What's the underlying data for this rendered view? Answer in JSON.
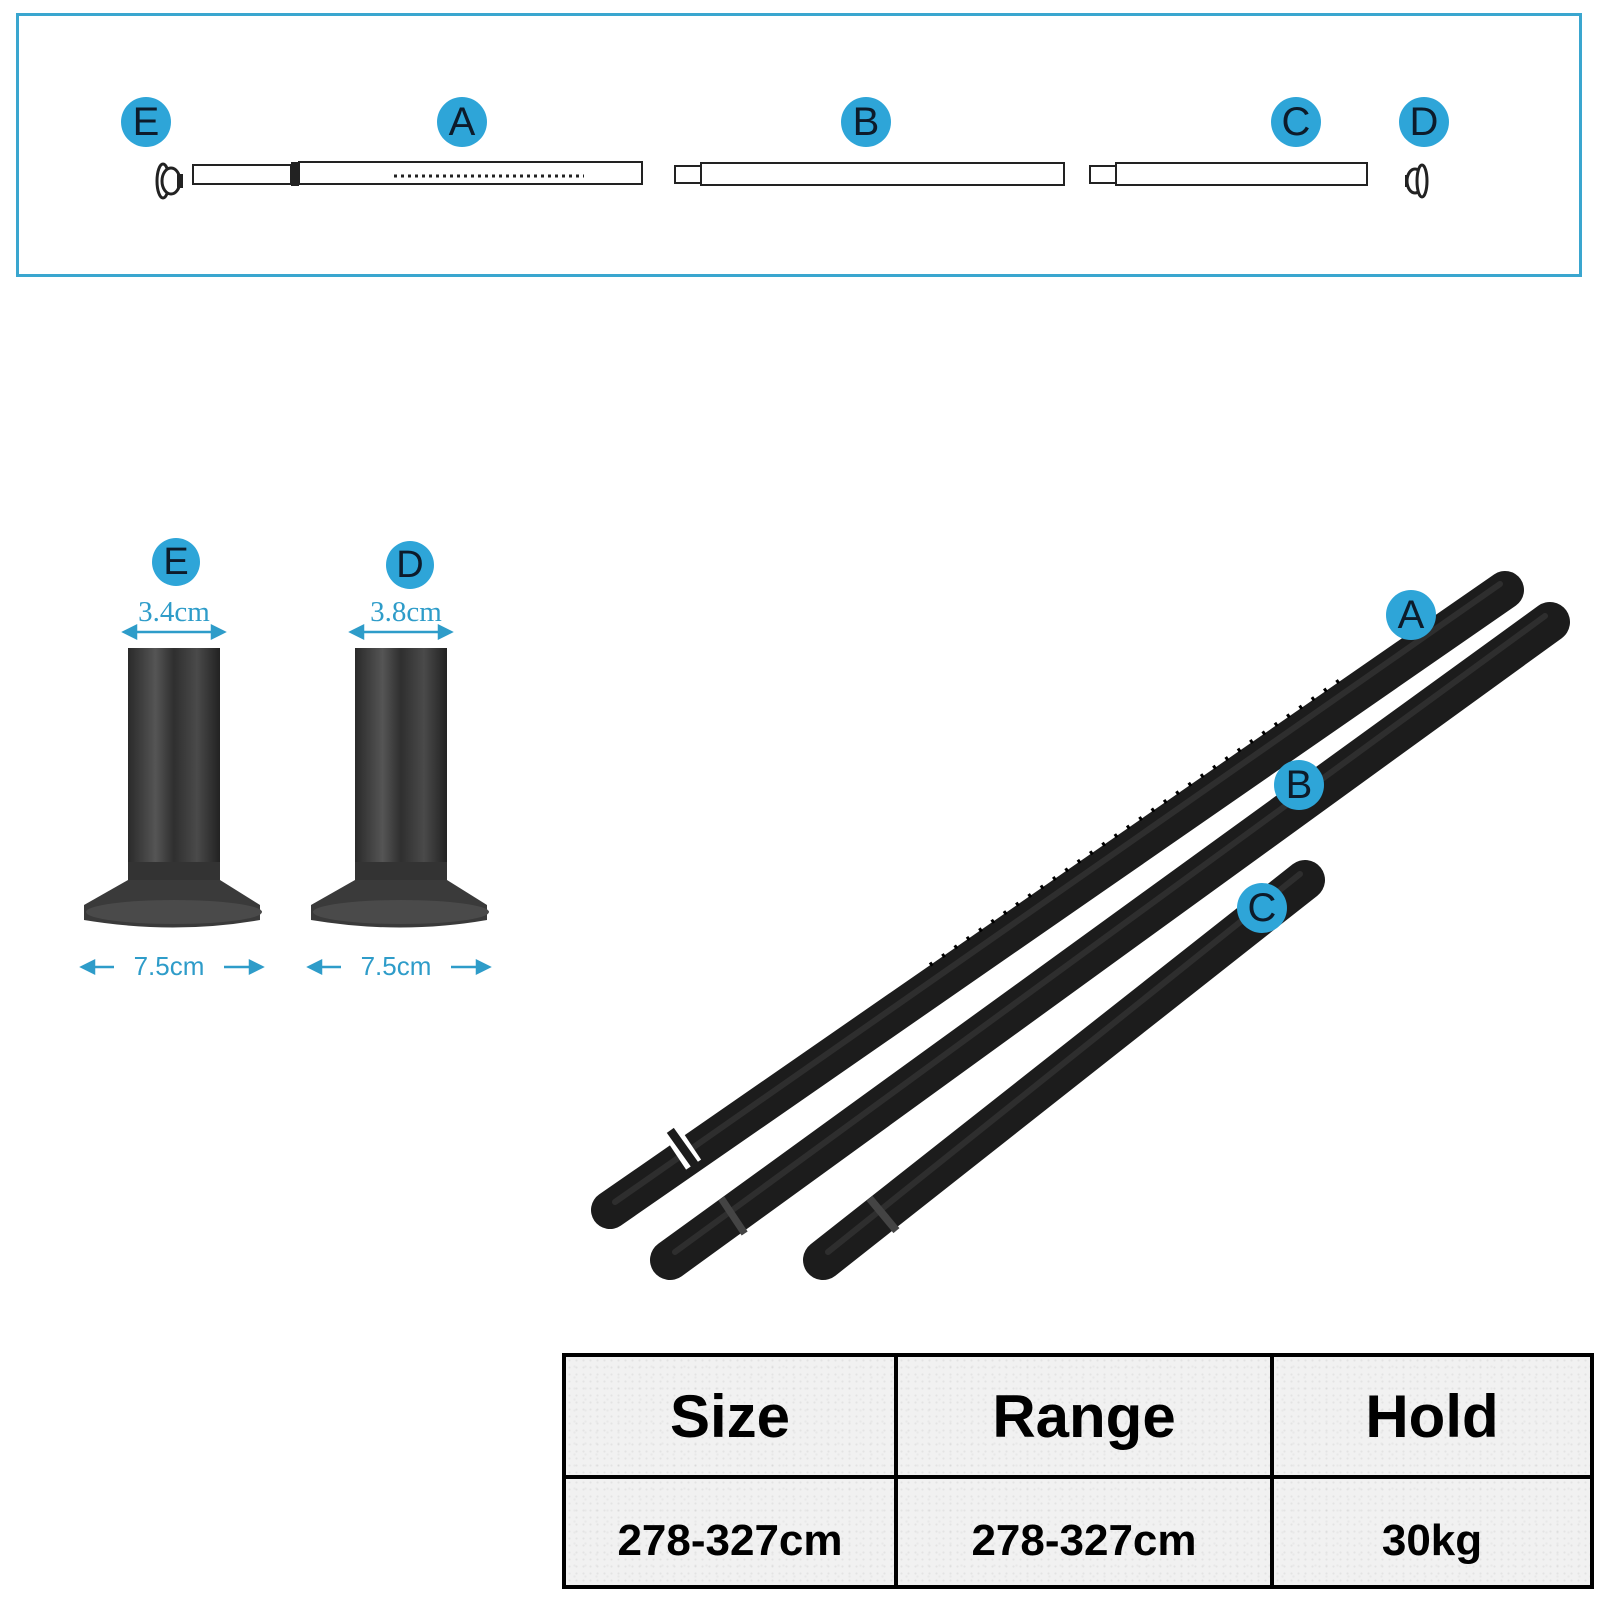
{
  "assembly": {
    "labels": {
      "e": "E",
      "a": "A",
      "b": "B",
      "c": "C",
      "d": "D"
    }
  },
  "feet": {
    "e": {
      "label": "E",
      "top_width": "3.4cm",
      "base_width": "7.5cm"
    },
    "d": {
      "label": "D",
      "top_width": "3.8cm",
      "base_width": "7.5cm"
    }
  },
  "poles": {
    "labels": {
      "a": "A",
      "b": "B",
      "c": "C"
    }
  },
  "colors": {
    "accent": "#2ea5d8",
    "pole": "#1e1e1e",
    "frame": "#3aa6cf"
  },
  "spec_table": {
    "headers": {
      "size": "Size",
      "range": "Range",
      "hold": "Hold"
    },
    "values": {
      "size": "278-327cm",
      "range": "278-327cm",
      "hold": "30kg"
    }
  }
}
